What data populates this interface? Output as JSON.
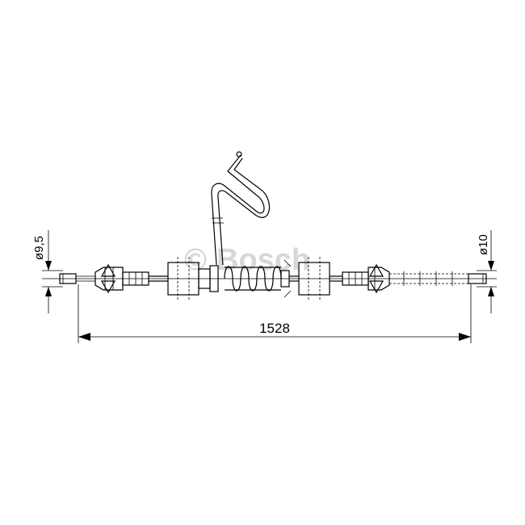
{
  "watermark": {
    "symbol": "©",
    "brand": "Bosch"
  },
  "dimensions": {
    "length": "1528",
    "diameter_left": "ø9,5",
    "diameter_right": "ø10"
  },
  "colors": {
    "line": "#000000",
    "watermark": "#d7d7d7",
    "background": "#ffffff"
  }
}
